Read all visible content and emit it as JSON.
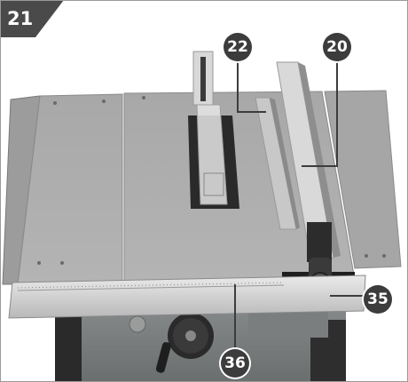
{
  "figure": {
    "number": "21"
  },
  "callouts": [
    {
      "label": "22"
    },
    {
      "label": "20"
    },
    {
      "label": "35"
    },
    {
      "label": "36"
    }
  ]
}
